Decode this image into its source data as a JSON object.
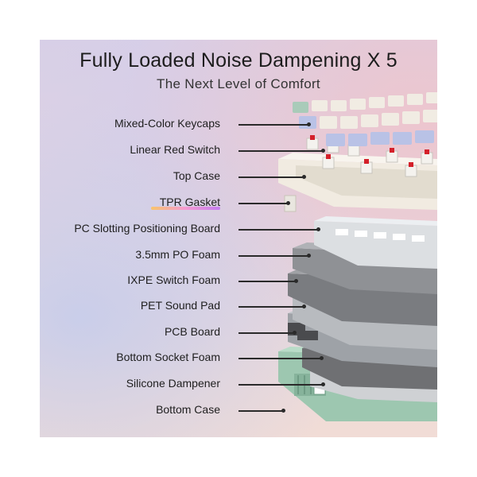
{
  "header": {
    "title": "Fully Loaded Noise Dampening X 5",
    "subtitle": "The Next Level of Comfort"
  },
  "layers": [
    {
      "label": "Mixed-Color Keycaps",
      "highlight": false
    },
    {
      "label": "Linear Red Switch",
      "highlight": false
    },
    {
      "label": "Top Case",
      "highlight": false
    },
    {
      "label": "TPR Gasket",
      "highlight": true
    },
    {
      "label": "PC Slotting Positioning Board",
      "highlight": false
    },
    {
      "label": "3.5mm PO Foam",
      "highlight": false
    },
    {
      "label": "IXPE Switch Foam",
      "highlight": false
    },
    {
      "label": "PET Sound Pad",
      "highlight": false
    },
    {
      "label": "PCB Board",
      "highlight": false
    },
    {
      "label": "Bottom Socket Foam",
      "highlight": false
    },
    {
      "label": "Silicone Dampener",
      "highlight": false
    },
    {
      "label": "Bottom Case",
      "highlight": false
    }
  ],
  "colors": {
    "keycap_white": "#f1ece3",
    "keycap_lavender": "#b9c2e6",
    "keycap_green": "#a9cbb9",
    "switch_red": "#d4202a",
    "case_green": "#9dc7b0",
    "highlight_gradient": [
      "#f9c46b",
      "#f59ad2",
      "#c57cf0"
    ]
  }
}
